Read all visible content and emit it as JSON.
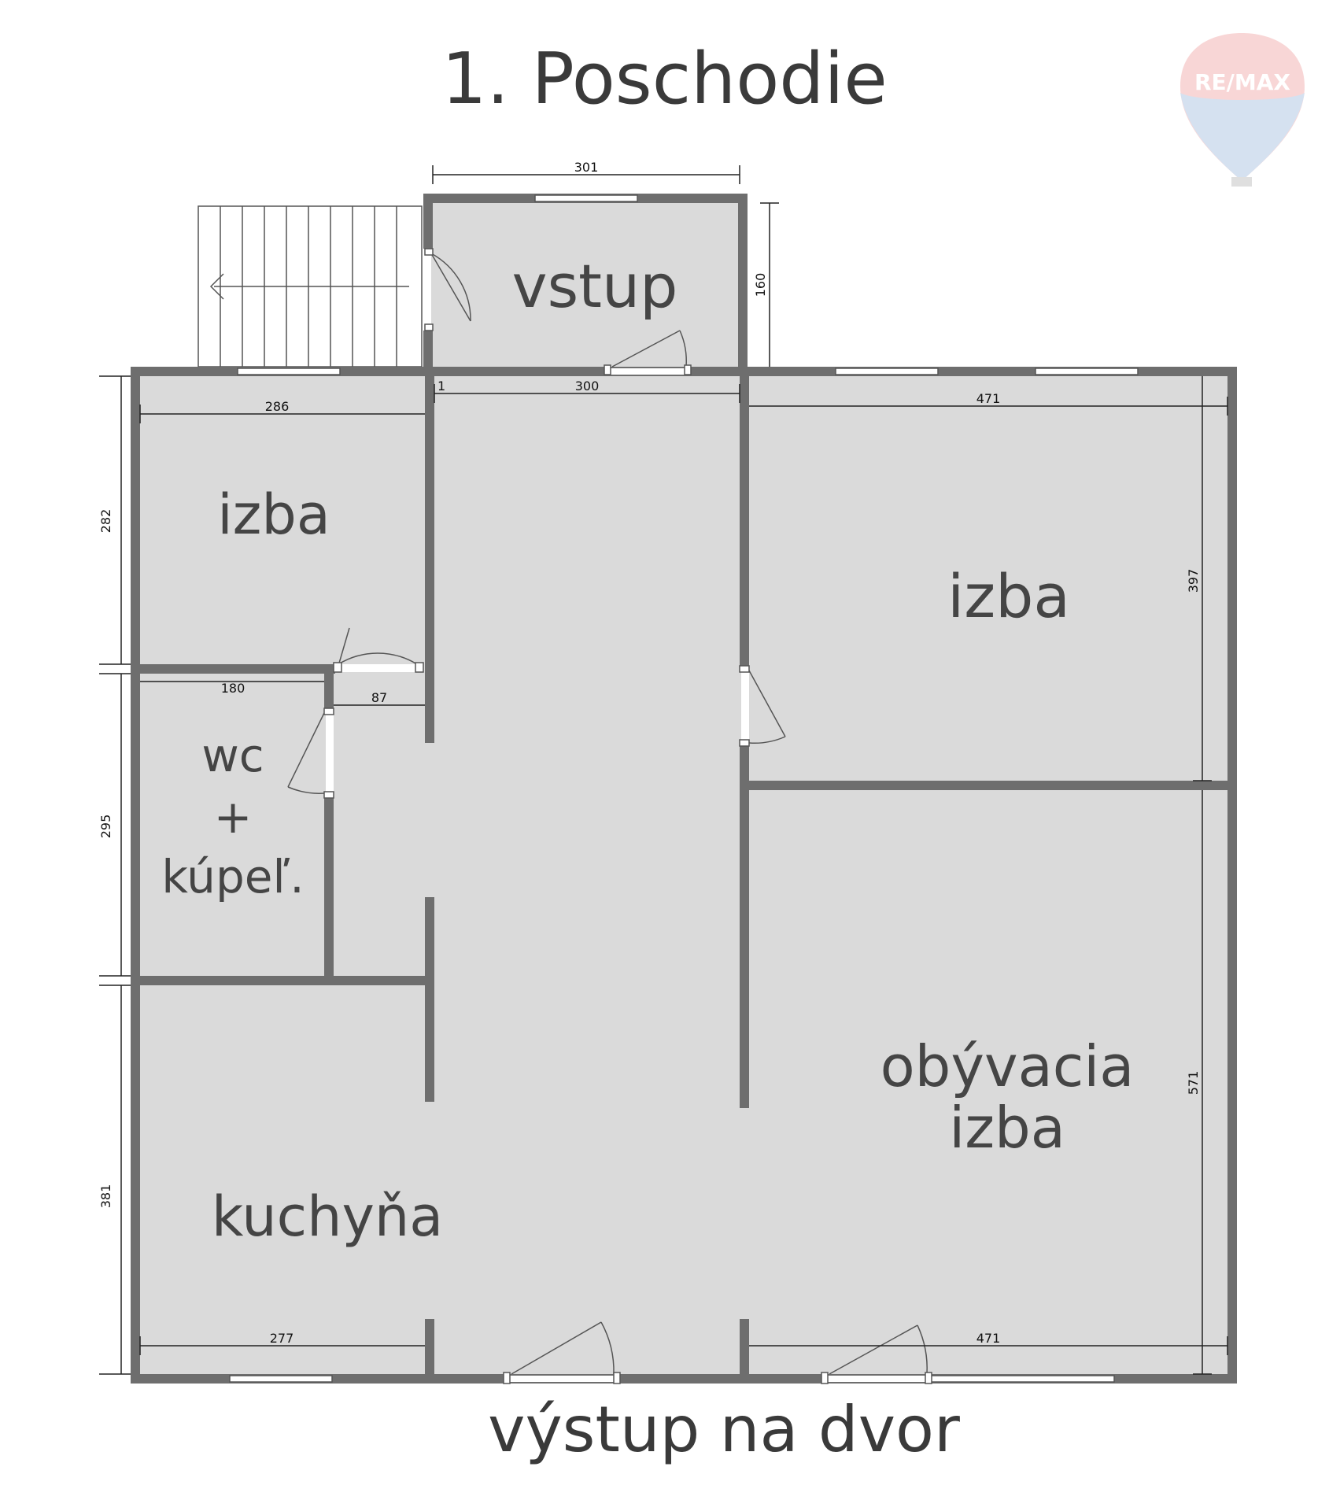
{
  "title": "1. Poschodie",
  "footer": "výstup na dvor",
  "logo": {
    "text": "RE/MAX",
    "icon": "balloon-logo-icon"
  },
  "rooms": {
    "vstup": "vstup",
    "izba_small": "izba",
    "izba_large": "izba",
    "wc_line1": "wc",
    "wc_line2": "+",
    "wc_line3": "kúpeľ.",
    "kuchyna": "kuchyňa",
    "obyvacia_line1": "obývacia",
    "obyvacia_line2": "izba"
  },
  "dimensions": {
    "vstup_width": "301",
    "vstup_height": "160",
    "hall_width": "300",
    "izba_small_width": "286",
    "izba_small_height": "282",
    "izba_large_width": "471",
    "izba_large_height": "397",
    "wc_width": "180",
    "wc_height": "295",
    "corridor_width": "87",
    "kuchyna_width": "277",
    "kuchyna_height": "381",
    "obyvacia_width": "471",
    "obyvacia_height": "571",
    "marker_1": "1"
  },
  "colors": {
    "wall": "#6e6e6e",
    "floor": "#dadada",
    "text": "#454545"
  }
}
